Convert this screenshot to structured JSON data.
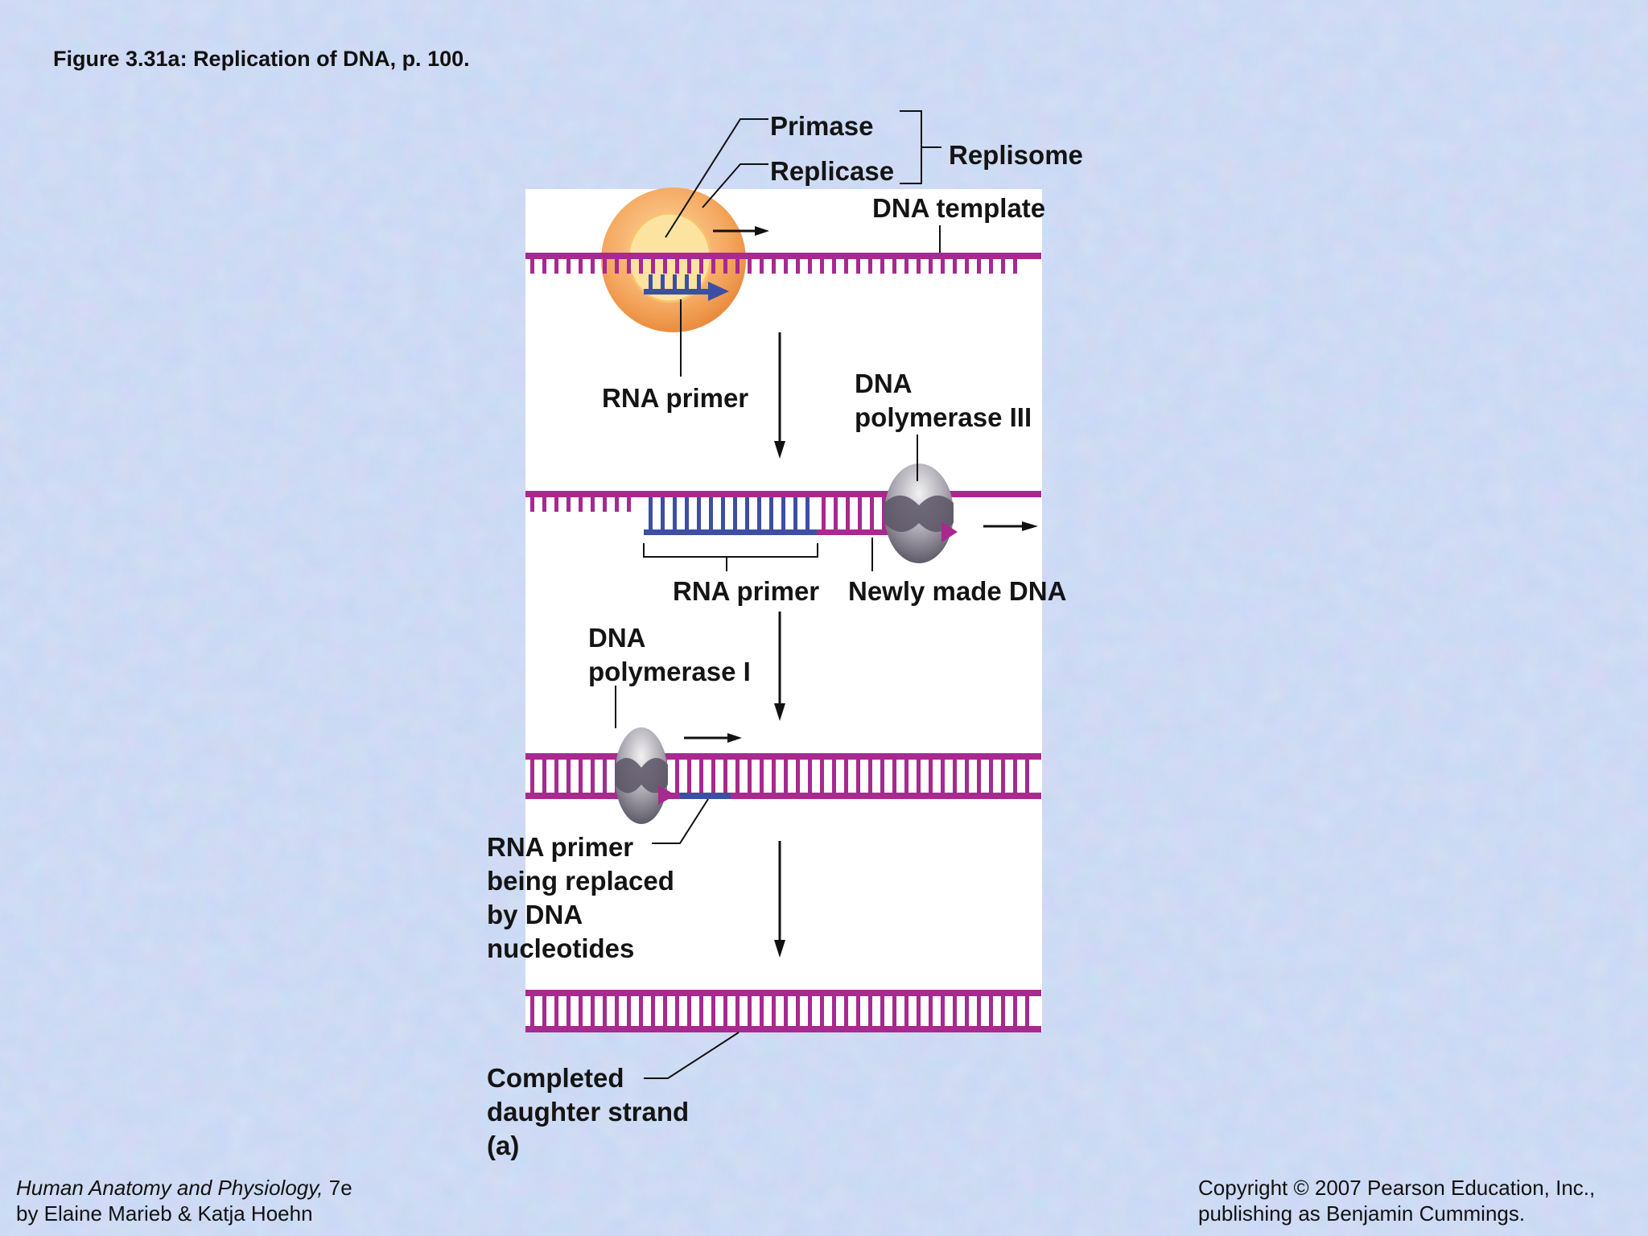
{
  "slide_title": "Figure 3.31a:  Replication of DNA, p. 100.",
  "labels": {
    "primase": "Primase",
    "replicase": "Replicase",
    "replisome": "Replisome",
    "dna_template": "DNA template",
    "rna_primer_1": "RNA primer",
    "dna_pol_iii_line1": "DNA",
    "dna_pol_iii_line2": "polymerase III",
    "rna_primer_2": "RNA primer",
    "newly_made_dna": "Newly made DNA",
    "dna_pol_i_line1": "DNA",
    "dna_pol_i_line2": "polymerase I",
    "rna_replaced_line1": "RNA primer",
    "rna_replaced_line2": "being replaced",
    "rna_replaced_line3": "by DNA",
    "rna_replaced_line4": "nucleotides",
    "completed_line1": "Completed",
    "completed_line2": "daughter strand",
    "panel_letter": "(a)"
  },
  "footer": {
    "book_title": "Human Anatomy and Physiology,",
    "edition": " 7e",
    "authors": "by Elaine Marieb & Katja Hoehn",
    "copyright_line1": "Copyright © 2007 Pearson Education, Inc.,",
    "copyright_line2": "publishing as Benjamin Cummings."
  },
  "colors": {
    "background": "#b9cdee",
    "dna_strand": "#a8298f",
    "rna_primer": "#3d4fa3",
    "primase_outer": "#f3a25a",
    "primase_inner": "#fde7a6",
    "polymerase": "#6e6a78"
  }
}
